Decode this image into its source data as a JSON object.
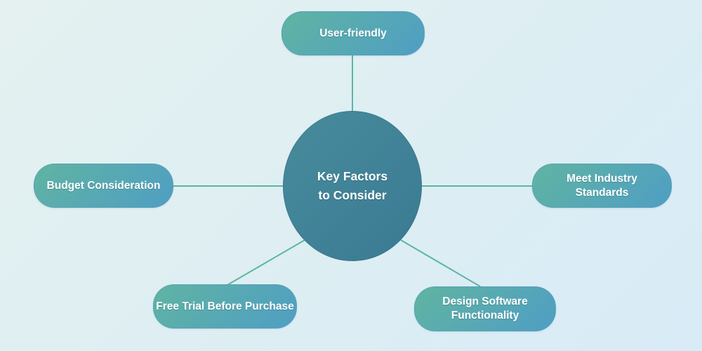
{
  "diagram": {
    "type": "mind-map",
    "center": {
      "label": "Key Factors\nto Consider"
    },
    "nodes": [
      {
        "id": "user-friendly",
        "label": "User-friendly",
        "position": "top"
      },
      {
        "id": "budget-consideration",
        "label": "Budget Consideration",
        "position": "left"
      },
      {
        "id": "meet-industry-standards",
        "label": "Meet Industry Standards",
        "position": "right"
      },
      {
        "id": "free-trial-before-purchase",
        "label": "Free Trial Before Purchase",
        "position": "bottom-left"
      },
      {
        "id": "design-software-functionality",
        "label": "Design Software Functionality",
        "position": "bottom-right"
      }
    ],
    "colors": {
      "background_start": "#e4f1f0",
      "background_end": "#d8ebf7",
      "node_gradient_start": "#60b4a2",
      "node_gradient_end": "#4f9ec4",
      "center_gradient_start": "#478b9c",
      "center_gradient_end": "#3b7a93",
      "connector": "#5cb5a3",
      "text": "#ffffff"
    }
  }
}
